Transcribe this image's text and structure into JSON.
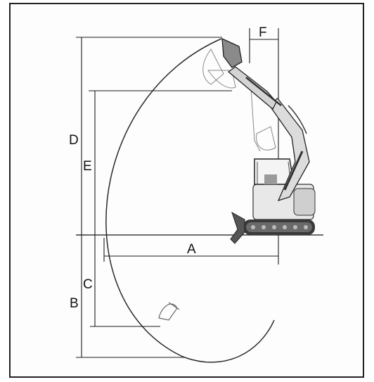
{
  "diagram": {
    "labels": {
      "A": "A",
      "B": "B",
      "C": "C",
      "D": "D",
      "E": "E",
      "F": "F"
    },
    "colors": {
      "line": "#1a1a1a",
      "arc": "#2a2a2a",
      "machine_body": "#e8e8e8",
      "machine_dark": "#3a3a3a",
      "machine_mid": "#9a9a9a"
    }
  }
}
